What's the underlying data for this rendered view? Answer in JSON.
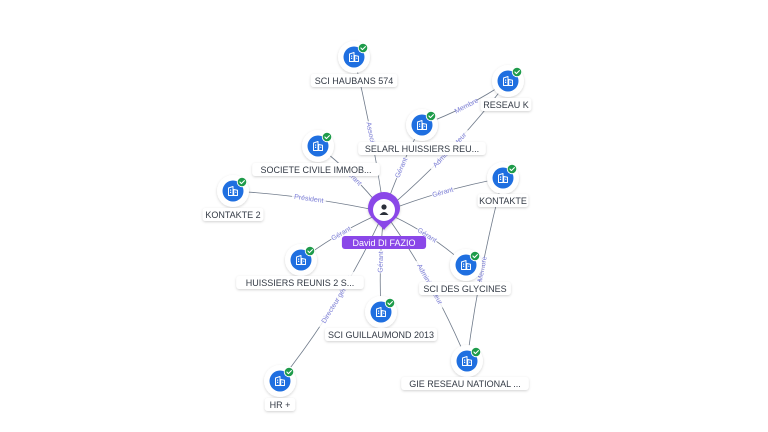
{
  "center": {
    "label": "David DI FAZIO",
    "icon": "person-icon"
  },
  "nodes": [
    {
      "id": "sci-haubans",
      "label": "SCI HAUBANS 574",
      "icon": "company-icon",
      "status": "verified"
    },
    {
      "id": "reseau-k",
      "label": "RESEAU K",
      "icon": "company-icon",
      "status": "verified"
    },
    {
      "id": "selarl",
      "label": "SELARL HUISSIERS REU...",
      "icon": "company-icon",
      "status": "verified"
    },
    {
      "id": "societe-civile",
      "label": "SOCIETE CIVILE IMMOB...",
      "icon": "company-icon",
      "status": "verified"
    },
    {
      "id": "kontakte-2",
      "label": "KONTAKTE 2",
      "icon": "company-icon",
      "status": "verified"
    },
    {
      "id": "kontakte",
      "label": "KONTAKTE",
      "icon": "company-icon",
      "status": "verified"
    },
    {
      "id": "huissiers",
      "label": "HUISSIERS REUNIS 2 S...",
      "icon": "company-icon",
      "status": "verified"
    },
    {
      "id": "sci-glycines",
      "label": "SCI DES GLYCINES",
      "icon": "company-icon",
      "status": "verified"
    },
    {
      "id": "sci-guillaumond",
      "label": "SCI GUILLAUMOND 2013",
      "icon": "company-icon",
      "status": "verified"
    },
    {
      "id": "gie-reseau",
      "label": "GIE RESEAU NATIONAL ...",
      "icon": "company-icon",
      "status": "verified"
    },
    {
      "id": "hr-plus",
      "label": "HR +",
      "icon": "company-icon",
      "status": "verified"
    }
  ],
  "edges": [
    {
      "from": "center",
      "to": "sci-haubans",
      "label": "Associé"
    },
    {
      "from": "center",
      "to": "societe-civile",
      "label": "Gérant"
    },
    {
      "from": "center",
      "to": "selarl",
      "label": "Gérant"
    },
    {
      "from": "center",
      "to": "reseau-k",
      "label": "Administrateur"
    },
    {
      "from": "selarl",
      "to": "reseau-k",
      "label": "Membre"
    },
    {
      "from": "center",
      "to": "kontakte-2",
      "label": "Président"
    },
    {
      "from": "center",
      "to": "kontakte",
      "label": "Gérant"
    },
    {
      "from": "center",
      "to": "huissiers",
      "label": "Gérant"
    },
    {
      "from": "center",
      "to": "sci-glycines",
      "label": "Gérant"
    },
    {
      "from": "center",
      "to": "sci-guillaumond",
      "label": "Gérant"
    },
    {
      "from": "center",
      "to": "gie-reseau",
      "label": "Administrateur"
    },
    {
      "from": "center",
      "to": "hr-plus",
      "label": "Directeur général"
    },
    {
      "from": "kontakte",
      "to": "gie-reseau",
      "label": "Membre"
    }
  ],
  "colors": {
    "node_fill": "#1f6fe0",
    "verified_badge": "#1e9b4a",
    "center_fill": "#8a47e8",
    "edge_stroke": "#6f7a8a",
    "edge_label": "#7d7fd8"
  }
}
